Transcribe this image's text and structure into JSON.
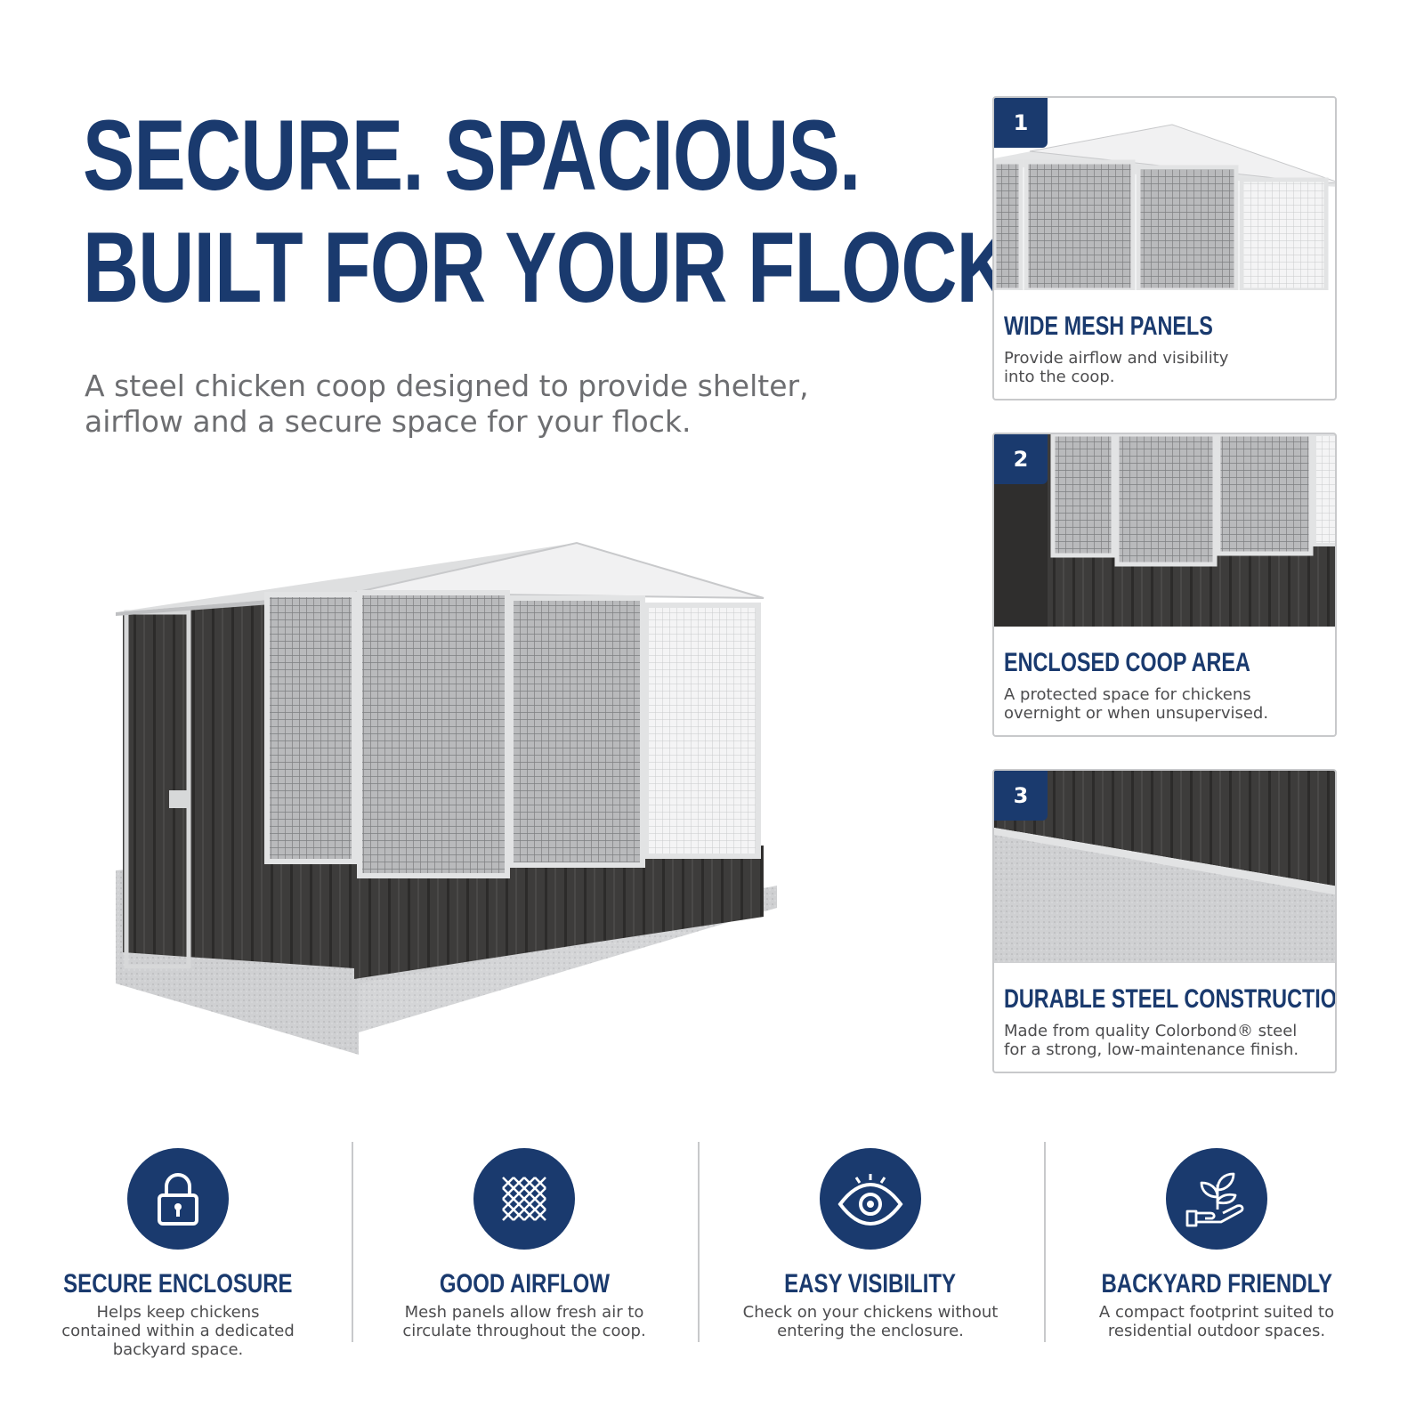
{
  "headline": {
    "line1": "SECURE. SPACIOUS.",
    "line2": "BUILT FOR YOUR FLOCK."
  },
  "subtitle": {
    "line1": "A steel chicken coop designed to provide shelter,",
    "line2": "airflow and a secure space for your flock."
  },
  "hero": {
    "image": "chicken-coop-product"
  },
  "colors": {
    "brand_navy": "#1a3a6e",
    "text_grey": "#6d6e71",
    "card_border": "#c8c9cb",
    "steel_dark": "#3d3c3b",
    "frame_light": "#e2e3e4"
  },
  "cards": [
    {
      "number": "1",
      "title": "WIDE MESH PANELS",
      "desc_line1": "Provide airflow and visibility",
      "desc_line2": "into the coop."
    },
    {
      "number": "2",
      "title": "ENCLOSED COOP AREA",
      "desc_line1": "A protected space for chickens",
      "desc_line2": "overnight or when unsupervised."
    },
    {
      "number": "3",
      "title": "DURABLE STEEL CONSTRUCTION",
      "desc_line1": "Made from quality Colorbond® steel",
      "desc_line2": "for a strong, low-maintenance finish."
    }
  ],
  "features": [
    {
      "icon": "padlock-icon",
      "title": "SECURE ENCLOSURE",
      "desc_lines": [
        "Helps keep chickens",
        "contained within a dedicated",
        "backyard space."
      ]
    },
    {
      "icon": "mesh-icon",
      "title": "GOOD AIRFLOW",
      "desc_lines": [
        "Mesh panels allow fresh air to",
        "circulate throughout the coop."
      ]
    },
    {
      "icon": "eye-icon",
      "title": "EASY VISIBILITY",
      "desc_lines": [
        "Check on your chickens without",
        "entering the enclosure."
      ]
    },
    {
      "icon": "plant-in-hand-icon",
      "title": "BACKYARD FRIENDLY",
      "desc_lines": [
        "A compact footprint suited to",
        "residential outdoor spaces."
      ]
    }
  ]
}
